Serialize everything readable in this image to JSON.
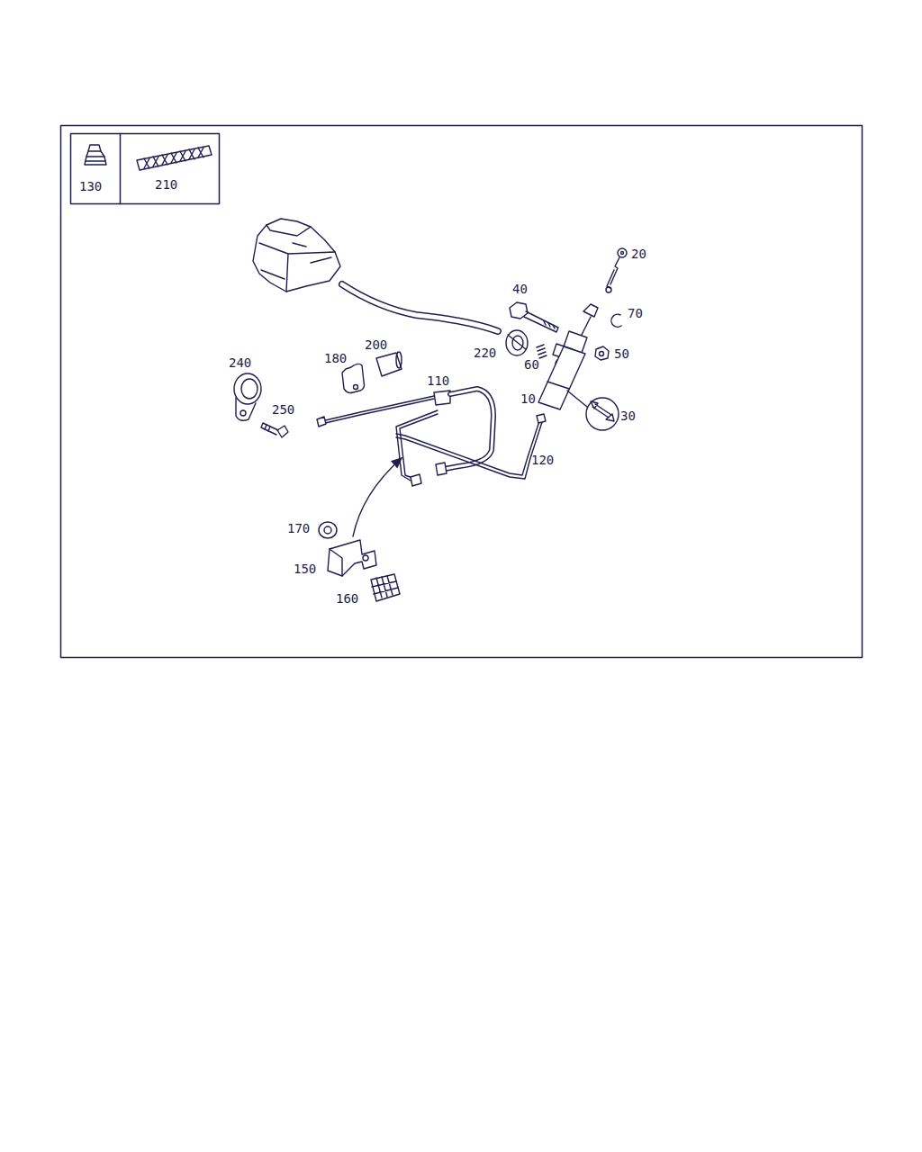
{
  "diagram": {
    "labels": [
      "130",
      "210",
      "20",
      "40",
      "70",
      "220",
      "60",
      "50",
      "240",
      "180",
      "200",
      "110",
      "10",
      "30",
      "250",
      "120",
      "170",
      "150",
      "160"
    ]
  }
}
